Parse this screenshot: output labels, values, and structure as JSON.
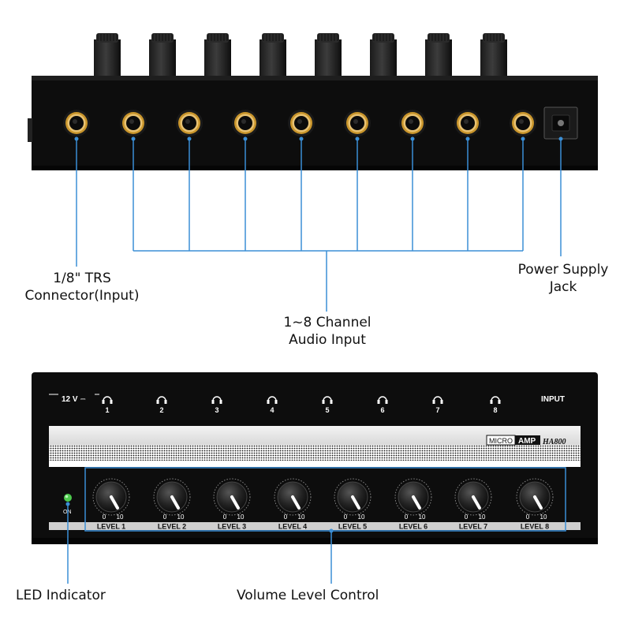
{
  "callouts": {
    "trs_line1": "1/8\" TRS",
    "trs_line2": "Connector(Input)",
    "power_line1": "Power Supply",
    "power_line2": "Jack",
    "channel_line1": "1~8 Channel",
    "channel_line2": "Audio Input",
    "led": "LED Indicator",
    "volume": "Volume Level Control"
  },
  "front_panel": {
    "voltage": "12 V",
    "input_label": "INPUT",
    "channel_numbers": [
      "1",
      "2",
      "3",
      "4",
      "5",
      "6",
      "7",
      "8"
    ],
    "brand_micro": "MICRO",
    "brand_amp": "AMP",
    "model": "HA800",
    "power_indicator": "ON",
    "knob_min": "0",
    "knob_max": "10",
    "level_labels": [
      "LEVEL 1",
      "LEVEL 2",
      "LEVEL 3",
      "LEVEL 4",
      "LEVEL 5",
      "LEVEL 6",
      "LEVEL 7",
      "LEVEL 8"
    ]
  },
  "colors": {
    "callout_line": "#3b8fd6",
    "jack_gold": "#c9952b",
    "led_green": "#4cc94c",
    "device_body": "#0d0d0d"
  },
  "icons": {
    "channel_icon": "headphones-icon"
  }
}
